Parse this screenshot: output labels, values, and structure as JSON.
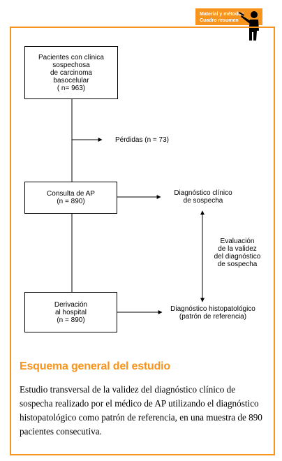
{
  "header": {
    "tab_line1": "Material y métodos",
    "tab_line2": "Cuadro resumen",
    "icon": "person-pointing-icon"
  },
  "diagram": {
    "box_patients": "Pacientes con clínica\nsospechosa\nde carcinoma\nbasocelular\n( n= 963)",
    "losses": "Pérdidas (n = 73)",
    "box_consult": "Consulta de AP\n(n = 890)",
    "clinical_dx": "Diagnóstico clínico\nde sospecha",
    "evaluation": "Evaluación\nde la validez\ndel diagnóstico\nde sospecha",
    "box_referral": "Derivación\nal hospital\n(n = 890)",
    "histo_dx": "Diagnóstico histopatológico\n(patrón de referencia)"
  },
  "section": {
    "title": "Esquema general del estudio",
    "description": "Estudio transversal de la validez del diagnóstico clínico de sospecha realizado por el médico de AP utilizando el diagnóstico histopatológico como patrón de referencia, en una muestra de 890 pacientes consecutiva."
  },
  "colors": {
    "accent": "#f7941d"
  }
}
